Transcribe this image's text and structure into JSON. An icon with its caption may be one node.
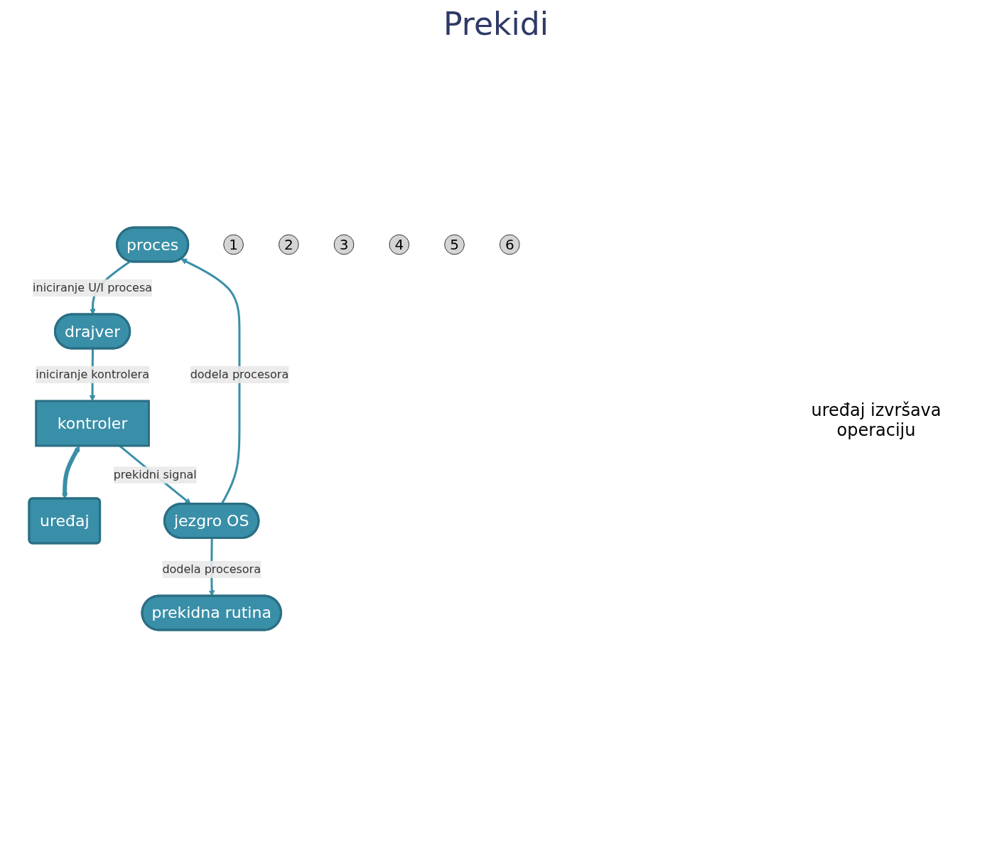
{
  "diagram": {
    "title": "Prekidi",
    "nodes": [
      {
        "text": [
          "proces"
        ]
      },
      {
        "text": [
          "drajver"
        ]
      },
      {
        "text": [
          "jezgro OS"
        ]
      },
      {
        "text": [
          "prekidna rutina"
        ]
      },
      {
        "text": [
          "kontroler"
        ]
      },
      {
        "text": [
          "uređaj"
        ]
      },
      {
        "text": [
          "1"
        ]
      },
      {
        "text": [
          "2"
        ]
      },
      {
        "text": [
          "3"
        ]
      },
      {
        "text": [
          "4"
        ]
      },
      {
        "text": [
          "5"
        ]
      },
      {
        "text": [
          "6"
        ]
      }
    ],
    "edges": [
      {
        "from": 0,
        "to": 1,
        "arrow": "to",
        "label": "iniciranje U/I procesa"
      },
      {
        "from": 1,
        "to": 4,
        "arrow": "to",
        "label": "iniciranje kontrolera"
      },
      {
        "from": 4,
        "to": 5,
        "arrow": "both",
        "style": "thick"
      },
      {
        "from": 4,
        "to": 2,
        "arrow": "to",
        "label": "prekidni signal"
      },
      {
        "from": 2,
        "to": 0,
        "arrow": "to",
        "label": "dodela procesora"
      },
      {
        "from": 2,
        "to": 3,
        "arrow": "to",
        "label": "dodela procesora"
      }
    ],
    "labels": [
      "uređaj izvršava operaciju"
    ]
  }
}
